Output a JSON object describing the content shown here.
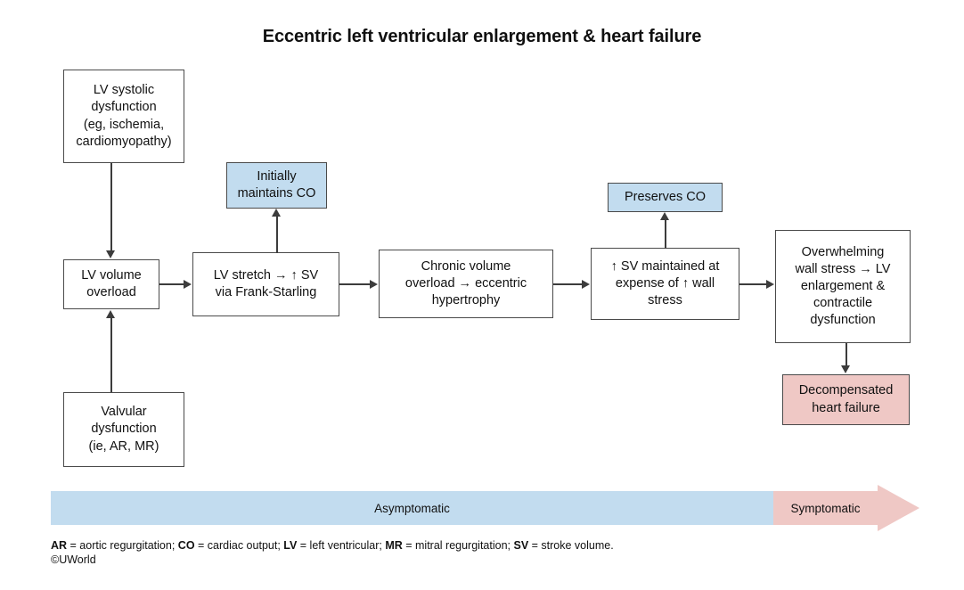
{
  "title": "Eccentric left ventricular enlargement & heart failure",
  "colors": {
    "blue_fill": "#c2dcef",
    "pink_fill": "#efc8c5",
    "box_border": "#4a4a4a",
    "connector": "#3c3c3c",
    "text": "#111111"
  },
  "boxes": {
    "lv_systolic_dysfunction": "LV systolic\ndysfunction\n(eg, ischemia,\ncardiomyopathy)",
    "initially_maintains_co": "Initially\nmaintains CO",
    "lv_volume_overload": "LV volume\noverload",
    "lv_stretch": "LV stretch → ↑ SV\nvia Frank-Starling",
    "chronic_volume_overload": "Chronic volume\noverload → eccentric\nhypertrophy",
    "preserves_co": "Preserves CO",
    "sv_maintained": "↑ SV maintained at\nexpense of ↑ wall\nstress",
    "overwhelming_wall_stress": "Overwhelming\nwall stress → LV\nenlargement &\ncontractile\ndysfunction",
    "decompensated_heart_failure": "Decompensated\nheart failure",
    "valvular_dysfunction": "Valvular\ndysfunction\n(ie, AR, MR)"
  },
  "timeline": {
    "asymptomatic": "Asymptomatic",
    "symptomatic": "Symptomatic"
  },
  "footnote": {
    "ar_key": "AR",
    "ar_text": " = aortic regurgitation; ",
    "co_key": "CO",
    "co_text": " = cardiac output; ",
    "lv_key": "LV",
    "lv_text": " = left ventricular; ",
    "mr_key": "MR",
    "mr_text": " = mitral regurgitation; ",
    "sv_key": "SV",
    "sv_text": " = stroke volume."
  },
  "copyright": "©UWorld"
}
